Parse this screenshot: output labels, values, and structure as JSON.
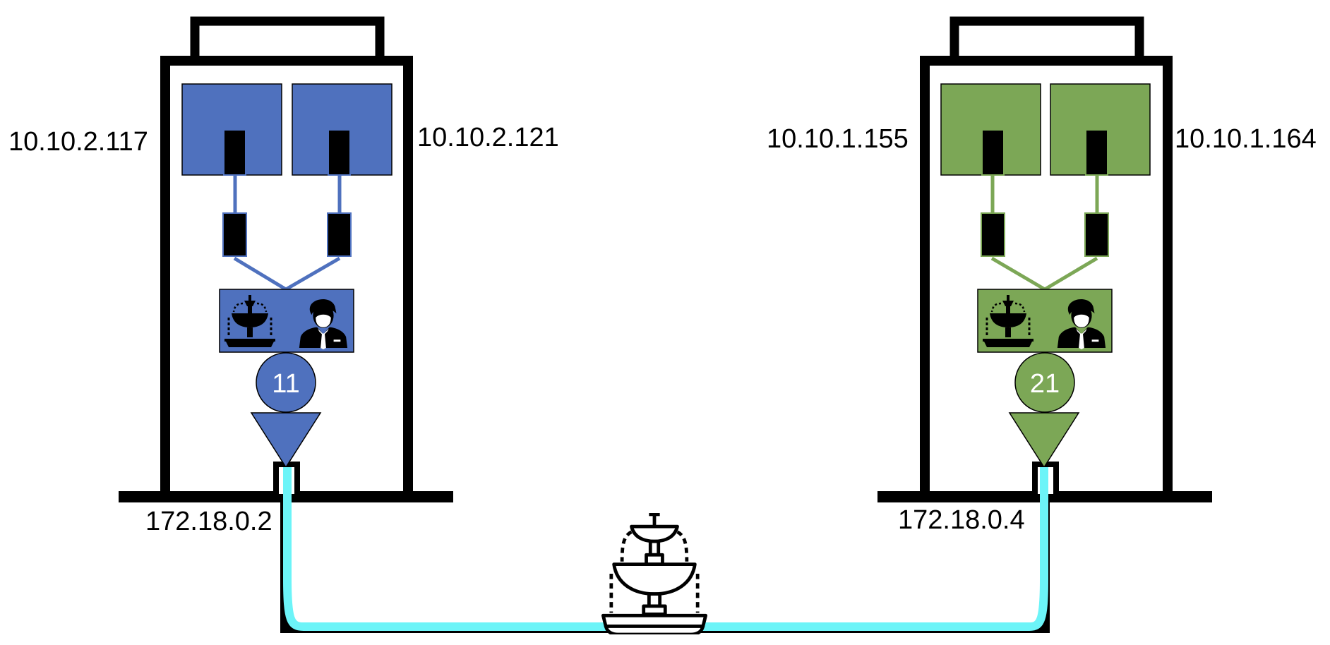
{
  "colors": {
    "left_accent": "#4f71be",
    "right_accent": "#7ca756",
    "pipe": "#6cf4f8",
    "outline": "#000000"
  },
  "left_host": {
    "top_left_ip": "10.10.2.117",
    "top_right_ip": "10.10.2.121",
    "bridge_number": "11",
    "external_ip": "172.18.0.2",
    "container_icons": [
      "fountain-icon",
      "person-icon"
    ]
  },
  "right_host": {
    "top_left_ip": "10.10.1.155",
    "top_right_ip": "10.10.1.164",
    "bridge_number": "21",
    "external_ip": "172.18.0.4",
    "container_icons": [
      "fountain-icon",
      "person-icon"
    ]
  },
  "link_icon": "fountain-icon"
}
